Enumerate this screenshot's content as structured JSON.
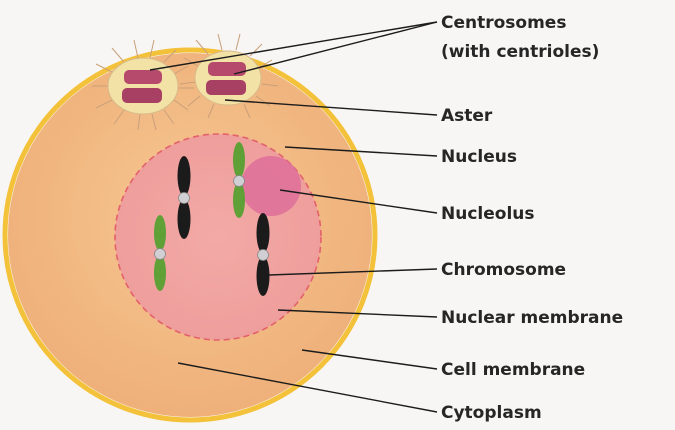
{
  "labels": {
    "centrosomes_line1": "Centrosomes",
    "centrosomes_line2": "(with centrioles)",
    "aster": "Aster",
    "nucleus": "Nucleus",
    "nucleolus": "Nucleolus",
    "chromosome": "Chromosome",
    "nuclear_membrane": "Nuclear membrane",
    "cell_membrane": "Cell membrane",
    "cytoplasm": "Cytoplasm"
  },
  "colors": {
    "cell_membrane": "#f3c23a",
    "cytoplasm": "#f2b783",
    "nucleus": "#f0a3a1",
    "nuclear_membrane": "#e2616a",
    "nucleolus": "#de6f9a",
    "centriole": "#b54a6c",
    "chromosome_dark": "#1b1b1b",
    "chromosome_green": "#5fa037",
    "centromere": "#cfcfd4"
  }
}
